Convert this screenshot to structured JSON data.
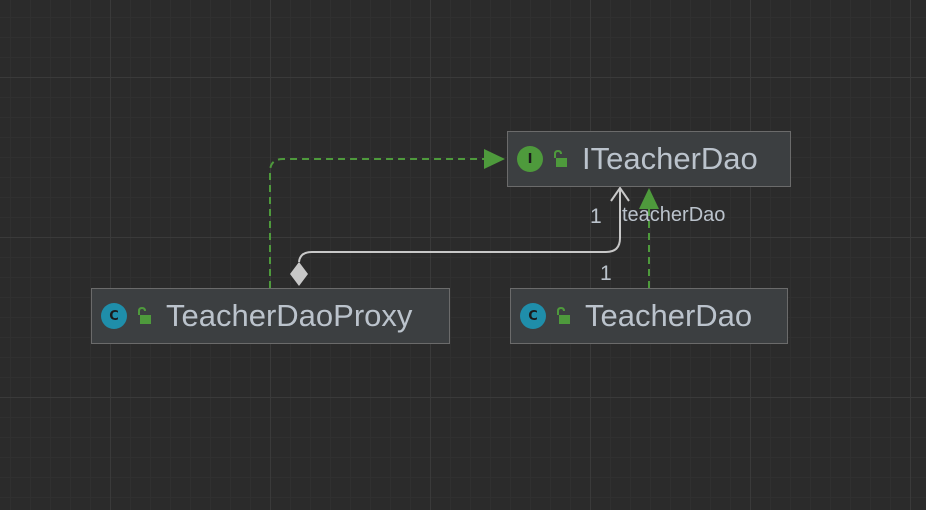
{
  "diagram": {
    "nodes": {
      "interface_node": {
        "kind": "interface",
        "badge_letter": "I",
        "name": "ITeacherDao",
        "badge_color": "#4e9a3c"
      },
      "proxy_node": {
        "kind": "class",
        "badge_letter": "C",
        "name": "TeacherDaoProxy",
        "badge_color": "#1f8eaa"
      },
      "impl_node": {
        "kind": "class",
        "badge_letter": "C",
        "name": "TeacherDao",
        "badge_color": "#1f8eaa"
      }
    },
    "edges": {
      "proxy_implements": {
        "type": "realization",
        "from": "TeacherDaoProxy",
        "to": "ITeacherDao"
      },
      "dao_implements": {
        "type": "realization",
        "from": "TeacherDao",
        "to": "ITeacherDao"
      },
      "proxy_aggregates": {
        "type": "aggregation",
        "from": "TeacherDaoProxy",
        "to": "ITeacherDao",
        "role": "teacherDao",
        "multiplicity_target": "1",
        "multiplicity_source": "1"
      }
    },
    "colors": {
      "background": "#2b2b2b",
      "realization": "#4e9a3c",
      "aggregation": "#c8c8c8",
      "text": "#bbc3cc"
    }
  }
}
